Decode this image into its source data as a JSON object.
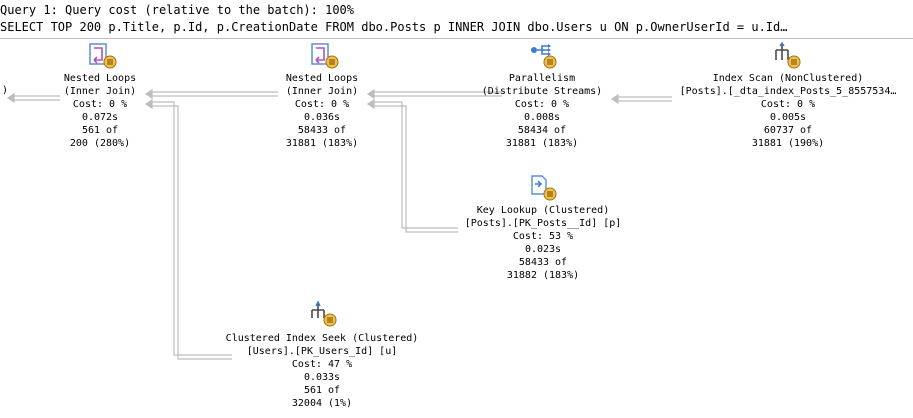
{
  "header": {
    "line1": "Query 1: Query cost (relative to the batch): 100%",
    "line2": "SELECT TOP 200 p.Title, p.Id, p.CreationDate FROM dbo.Posts p INNER JOIN dbo.Users u ON p.OwnerUserId = u.Id…"
  },
  "left_edge_fragment": ")",
  "nodes": {
    "nested_loops_1": {
      "icon": "nested-loops-icon",
      "name": "Nested Loops",
      "subtitle": "(Inner Join)",
      "cost": "Cost: 0 %",
      "time": "0.072s",
      "actual": "561 of",
      "estimate": "200 (280%)"
    },
    "nested_loops_2": {
      "icon": "nested-loops-icon",
      "name": "Nested Loops",
      "subtitle": "(Inner Join)",
      "cost": "Cost: 0 %",
      "time": "0.036s",
      "actual": "58433 of",
      "estimate": "31881 (183%)"
    },
    "parallelism": {
      "icon": "parallelism-icon",
      "name": "Parallelism",
      "subtitle": "(Distribute Streams)",
      "cost": "Cost: 0 %",
      "time": "0.008s",
      "actual": "58434 of",
      "estimate": "31881 (183%)"
    },
    "index_scan": {
      "icon": "index-scan-icon",
      "name": "Index Scan (NonClustered)",
      "subtitle": "[Posts].[_dta_index_Posts_5_8557534…",
      "cost": "Cost: 0 %",
      "time": "0.005s",
      "actual": "60737 of",
      "estimate": "31881 (190%)"
    },
    "key_lookup": {
      "icon": "key-lookup-icon",
      "name": "Key Lookup (Clustered)",
      "subtitle": "[Posts].[PK_Posts__Id] [p]",
      "cost": "Cost: 53 %",
      "time": "0.023s",
      "actual": "58433 of",
      "estimate": "31882 (183%)"
    },
    "clustered_seek": {
      "icon": "clustered-index-seek-icon",
      "name": "Clustered Index Seek (Clustered)",
      "subtitle": "[Users].[PK_Users_Id] [u]",
      "cost": "Cost: 47 %",
      "time": "0.033s",
      "actual": "561 of",
      "estimate": "32004 (1%)"
    }
  }
}
